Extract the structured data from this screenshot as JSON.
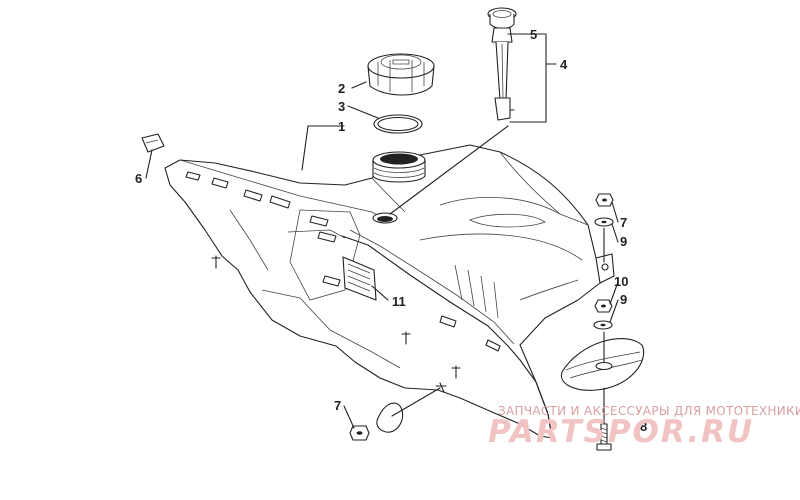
{
  "diagram": {
    "callouts": [
      {
        "id": "1",
        "label": "1"
      },
      {
        "id": "2",
        "label": "2"
      },
      {
        "id": "3",
        "label": "3"
      },
      {
        "id": "4",
        "label": "4"
      },
      {
        "id": "5",
        "label": "5"
      },
      {
        "id": "6",
        "label": "6"
      },
      {
        "id": "7a",
        "label": "7"
      },
      {
        "id": "7b",
        "label": "7"
      },
      {
        "id": "8",
        "label": "8"
      },
      {
        "id": "9a",
        "label": "9"
      },
      {
        "id": "9b",
        "label": "9"
      },
      {
        "id": "10",
        "label": "10"
      },
      {
        "id": "11",
        "label": "11"
      }
    ]
  },
  "watermark": {
    "tagline": "ЗАПЧАСТИ И АКСЕССУАРЫ ДЛЯ МОТОТЕХНИКИ",
    "brand": "PARTSPOR.RU"
  },
  "colors": {
    "lines": "#222222",
    "watermark": "#f2c3c3"
  }
}
